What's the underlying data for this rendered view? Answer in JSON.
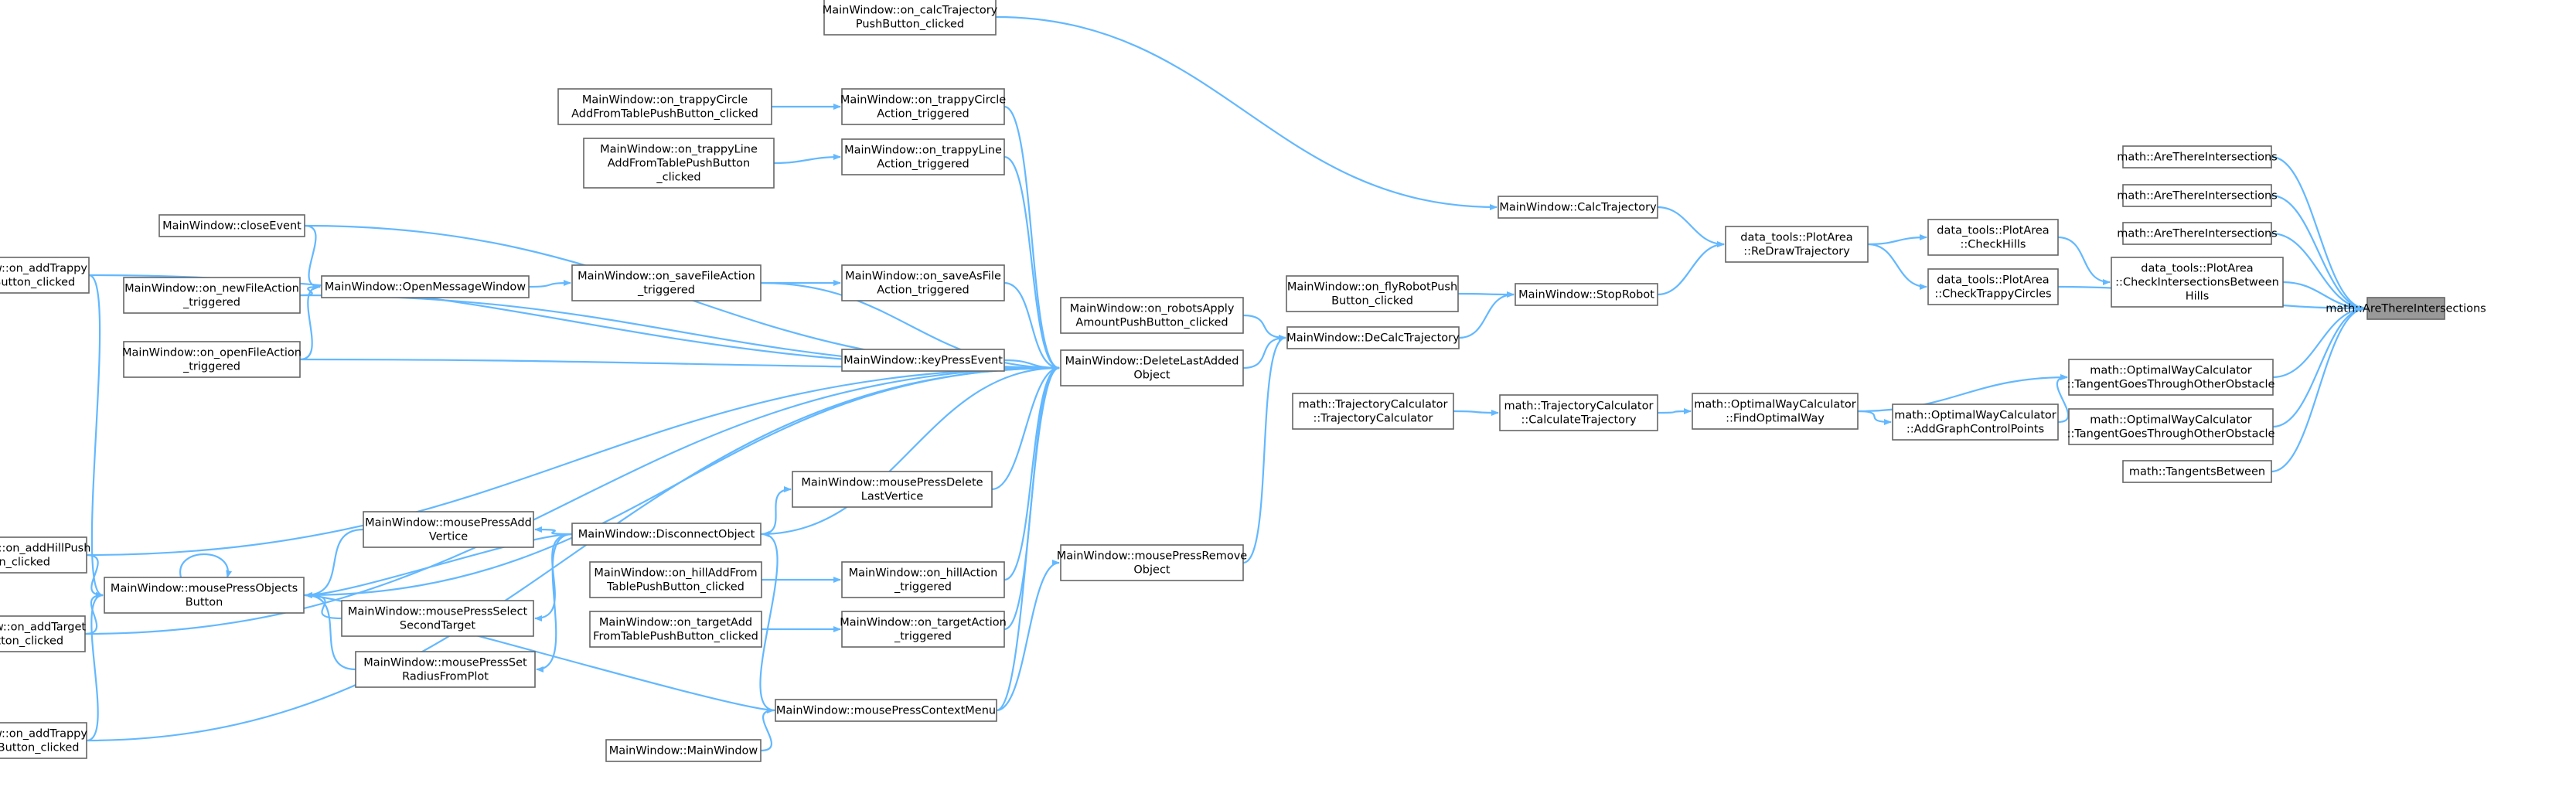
{
  "graph": {
    "title": "",
    "root": "root",
    "colors": {
      "edge": "#63b8ff",
      "node_border": "#666666",
      "node_fill": "#ffffff",
      "root_fill": "#999999"
    },
    "nodes": [
      {
        "id": "root",
        "lines": [
          "math::AreThereIntersections"
        ]
      },
      {
        "id": "m_ati1",
        "lines": [
          "math::AreThereIntersections"
        ]
      },
      {
        "id": "m_ati2",
        "lines": [
          "math::AreThereIntersections"
        ]
      },
      {
        "id": "m_ati3",
        "lines": [
          "math::AreThereIntersections"
        ]
      },
      {
        "id": "pa_cibh",
        "lines": [
          "data_tools::PlotArea",
          "::CheckIntersectionsBetween",
          "Hills"
        ]
      },
      {
        "id": "owc_tgt1",
        "lines": [
          "math::OptimalWayCalculator",
          "::TangentGoesThroughOtherObstacle"
        ]
      },
      {
        "id": "owc_tgt2",
        "lines": [
          "math::OptimalWayCalculator",
          "::TangentGoesThroughOtherObstacle"
        ]
      },
      {
        "id": "m_tb",
        "lines": [
          "math::TangentsBetween"
        ]
      },
      {
        "id": "pa_ch",
        "lines": [
          "data_tools::PlotArea",
          "::CheckHills"
        ]
      },
      {
        "id": "pa_ctc",
        "lines": [
          "data_tools::PlotArea",
          "::CheckTrappyCircles"
        ]
      },
      {
        "id": "owc_agcp",
        "lines": [
          "math::OptimalWayCalculator",
          "::AddGraphControlPoints"
        ]
      },
      {
        "id": "pa_rdt",
        "lines": [
          "data_tools::PlotArea",
          "::ReDrawTrajectory"
        ]
      },
      {
        "id": "owc_fow",
        "lines": [
          "math::OptimalWayCalculator",
          "::FindOptimalWay"
        ]
      },
      {
        "id": "mw_ct",
        "lines": [
          "MainWindow::CalcTrajectory"
        ]
      },
      {
        "id": "mw_sr",
        "lines": [
          "MainWindow::StopRobot"
        ]
      },
      {
        "id": "tc_ct",
        "lines": [
          "math::TrajectoryCalculator",
          "::CalculateTrajectory"
        ]
      },
      {
        "id": "mw_frp",
        "lines": [
          "MainWindow::on_flyRobotPush",
          "Button_clicked"
        ]
      },
      {
        "id": "mw_dct",
        "lines": [
          "MainWindow::DeCalcTrajectory"
        ]
      },
      {
        "id": "tc_tc",
        "lines": [
          "math::TrajectoryCalculator",
          "::TrajectoryCalculator"
        ]
      },
      {
        "id": "mw_ctpb",
        "lines": [
          "MainWindow::on_calcTrajectory",
          "PushButton_clicked"
        ]
      },
      {
        "id": "mw_rapb",
        "lines": [
          "MainWindow::on_robotsApply",
          "AmountPushButton_clicked"
        ]
      },
      {
        "id": "mw_dlao",
        "lines": [
          "MainWindow::DeleteLastAdded",
          "Object"
        ]
      },
      {
        "id": "mw_mpro",
        "lines": [
          "MainWindow::mousePressRemove",
          "Object"
        ]
      },
      {
        "id": "mw_tcat",
        "lines": [
          "MainWindow::on_trappyCircle",
          "Action_triggered"
        ]
      },
      {
        "id": "mw_tlat",
        "lines": [
          "MainWindow::on_trappyLine",
          "Action_triggered"
        ]
      },
      {
        "id": "mw_safat",
        "lines": [
          "MainWindow::on_saveAsFile",
          "Action_triggered"
        ]
      },
      {
        "id": "mw_kpe",
        "lines": [
          "MainWindow::keyPressEvent"
        ]
      },
      {
        "id": "mw_mpdlv",
        "lines": [
          "MainWindow::mousePressDelete",
          "LastVertice"
        ]
      },
      {
        "id": "mw_hat",
        "lines": [
          "MainWindow::on_hillAction",
          "_triggered"
        ]
      },
      {
        "id": "mw_tat",
        "lines": [
          "MainWindow::on_targetAction",
          "_triggered"
        ]
      },
      {
        "id": "mw_mpcm",
        "lines": [
          "MainWindow::mousePressContextMenu"
        ]
      },
      {
        "id": "mw_tcaft",
        "lines": [
          "MainWindow::on_trappyCircle",
          "AddFromTablePushButton_clicked"
        ]
      },
      {
        "id": "mw_tlaft",
        "lines": [
          "MainWindow::on_trappyLine",
          "AddFromTablePushButton",
          "_clicked"
        ]
      },
      {
        "id": "mw_sfat",
        "lines": [
          "MainWindow::on_saveFileAction",
          "_triggered"
        ]
      },
      {
        "id": "mw_do",
        "lines": [
          "MainWindow::DisconnectObject"
        ]
      },
      {
        "id": "mw_haft",
        "lines": [
          "MainWindow::on_hillAddFrom",
          "TablePushButton_clicked"
        ]
      },
      {
        "id": "mw_taft",
        "lines": [
          "MainWindow::on_targetAdd",
          "FromTablePushButton_clicked"
        ]
      },
      {
        "id": "mw_mw",
        "lines": [
          "MainWindow::MainWindow"
        ]
      },
      {
        "id": "mw_ce",
        "lines": [
          "MainWindow::closeEvent"
        ]
      },
      {
        "id": "mw_omw",
        "lines": [
          "MainWindow::OpenMessageWindow"
        ]
      },
      {
        "id": "mw_mpav",
        "lines": [
          "MainWindow::mousePressAdd",
          "Vertice"
        ]
      },
      {
        "id": "mw_mpsst",
        "lines": [
          "MainWindow::mousePressSelect",
          "SecondTarget"
        ]
      },
      {
        "id": "mw_mpsrp",
        "lines": [
          "MainWindow::mousePressSet",
          "RadiusFromPlot"
        ]
      },
      {
        "id": "mw_atl",
        "lines": [
          "MainWindow::on_addTrappy",
          "LinePushButton_clicked"
        ]
      },
      {
        "id": "mw_nfat",
        "lines": [
          "MainWindow::on_newFileAction",
          "_triggered"
        ]
      },
      {
        "id": "mw_ofat",
        "lines": [
          "MainWindow::on_openFileAction",
          "_triggered"
        ]
      },
      {
        "id": "mw_ahp",
        "lines": [
          "MainWindow::on_addHillPush",
          "Button_clicked"
        ]
      },
      {
        "id": "mw_mpob",
        "lines": [
          "MainWindow::mousePressObjects",
          "Button"
        ]
      },
      {
        "id": "mw_atp",
        "lines": [
          "MainWindow::on_addTarget",
          "PushButton_clicked"
        ]
      },
      {
        "id": "mw_atc",
        "lines": [
          "MainWindow::on_addTrappy",
          "CirclePushButton_clicked"
        ]
      }
    ],
    "edges": [
      [
        "m_ati1",
        "root"
      ],
      [
        "m_ati2",
        "root"
      ],
      [
        "m_ati3",
        "root"
      ],
      [
        "pa_cibh",
        "root"
      ],
      [
        "owc_tgt1",
        "root"
      ],
      [
        "owc_tgt2",
        "root"
      ],
      [
        "m_tb",
        "root"
      ],
      [
        "pa_ctc",
        "root"
      ],
      [
        "pa_ch",
        "pa_cibh"
      ],
      [
        "owc_agcp",
        "owc_tgt1"
      ],
      [
        "owc_fow",
        "owc_tgt1"
      ],
      [
        "pa_rdt",
        "pa_ch"
      ],
      [
        "pa_rdt",
        "pa_ctc"
      ],
      [
        "owc_fow",
        "owc_agcp"
      ],
      [
        "mw_ct",
        "pa_rdt"
      ],
      [
        "mw_sr",
        "pa_rdt"
      ],
      [
        "tc_ct",
        "owc_fow"
      ],
      [
        "mw_frp",
        "mw_sr"
      ],
      [
        "mw_dct",
        "mw_sr"
      ],
      [
        "tc_tc",
        "tc_ct"
      ],
      [
        "mw_ctpb",
        "mw_ct"
      ],
      [
        "mw_rapb",
        "mw_dct"
      ],
      [
        "mw_dlao",
        "mw_dct"
      ],
      [
        "mw_mpro",
        "mw_dct"
      ],
      [
        "mw_tcat",
        "mw_dlao"
      ],
      [
        "mw_tlat",
        "mw_dlao"
      ],
      [
        "mw_safat",
        "mw_dlao"
      ],
      [
        "mw_kpe",
        "mw_dlao"
      ],
      [
        "mw_mpdlv",
        "mw_dlao"
      ],
      [
        "mw_hat",
        "mw_dlao"
      ],
      [
        "mw_tat",
        "mw_dlao"
      ],
      [
        "mw_mpcm",
        "mw_dlao"
      ],
      [
        "mw_sfat",
        "mw_dlao"
      ],
      [
        "mw_do",
        "mw_dlao"
      ],
      [
        "mw_ce",
        "mw_dlao"
      ],
      [
        "mw_nfat",
        "mw_dlao"
      ],
      [
        "mw_ofat",
        "mw_dlao"
      ],
      [
        "mw_atl",
        "mw_dlao"
      ],
      [
        "mw_ahp",
        "mw_dlao"
      ],
      [
        "mw_mpob",
        "mw_dlao"
      ],
      [
        "mw_atp",
        "mw_dlao"
      ],
      [
        "mw_atc",
        "mw_dlao"
      ],
      [
        "mw_mpcm",
        "mw_mpro"
      ],
      [
        "mw_tcaft",
        "mw_tcat"
      ],
      [
        "mw_tlaft",
        "mw_tlat"
      ],
      [
        "mw_sfat",
        "mw_safat"
      ],
      [
        "mw_do",
        "mw_mpdlv"
      ],
      [
        "mw_haft",
        "mw_hat"
      ],
      [
        "mw_taft",
        "mw_tat"
      ],
      [
        "mw_mw",
        "mw_mpcm"
      ],
      [
        "mw_omw",
        "mw_sfat"
      ],
      [
        "mw_mpcm",
        "mw_do"
      ],
      [
        "mw_do",
        "mw_mpav"
      ],
      [
        "mw_do",
        "mw_mpsst"
      ],
      [
        "mw_do",
        "mw_mpsrp"
      ],
      [
        "mw_do",
        "mw_mpob"
      ],
      [
        "mw_ce",
        "mw_omw"
      ],
      [
        "mw_nfat",
        "mw_omw"
      ],
      [
        "mw_ofat",
        "mw_omw"
      ],
      [
        "mw_mpav",
        "mw_mpob"
      ],
      [
        "mw_mpsst",
        "mw_mpob"
      ],
      [
        "mw_mpsrp",
        "mw_mpob"
      ],
      [
        "mw_mpcm",
        "mw_mpob"
      ],
      [
        "mw_atl",
        "mw_mpob"
      ],
      [
        "mw_ahp",
        "mw_mpob"
      ],
      [
        "mw_atp",
        "mw_mpob"
      ],
      [
        "mw_atc",
        "mw_mpob"
      ],
      [
        "mw_mpob",
        "mw_mpob"
      ]
    ]
  }
}
